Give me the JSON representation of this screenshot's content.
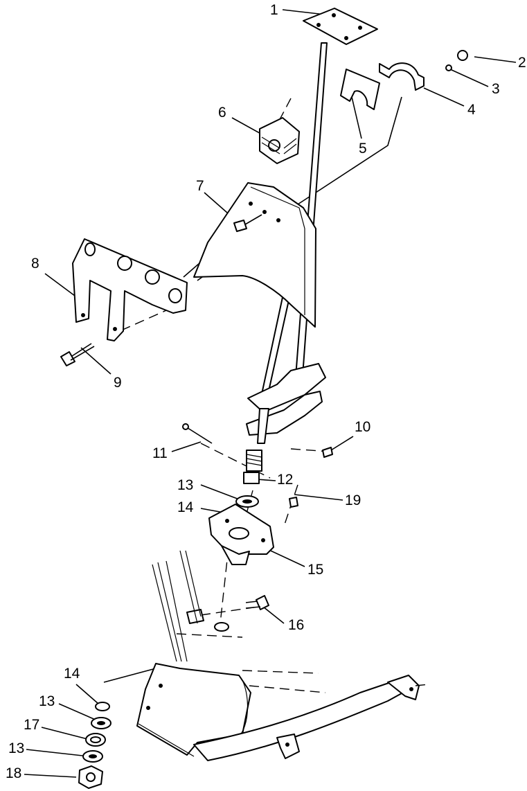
{
  "callouts": [
    "1",
    "2",
    "3",
    "4",
    "5",
    "6",
    "7",
    "8",
    "9",
    "10",
    "11",
    "12",
    "13",
    "14",
    "15",
    "16",
    "17",
    "18",
    "19"
  ],
  "lower_callouts": {
    "c14b": "14",
    "c13b": "13",
    "c17": "17",
    "c13c": "13",
    "c18": "18"
  }
}
